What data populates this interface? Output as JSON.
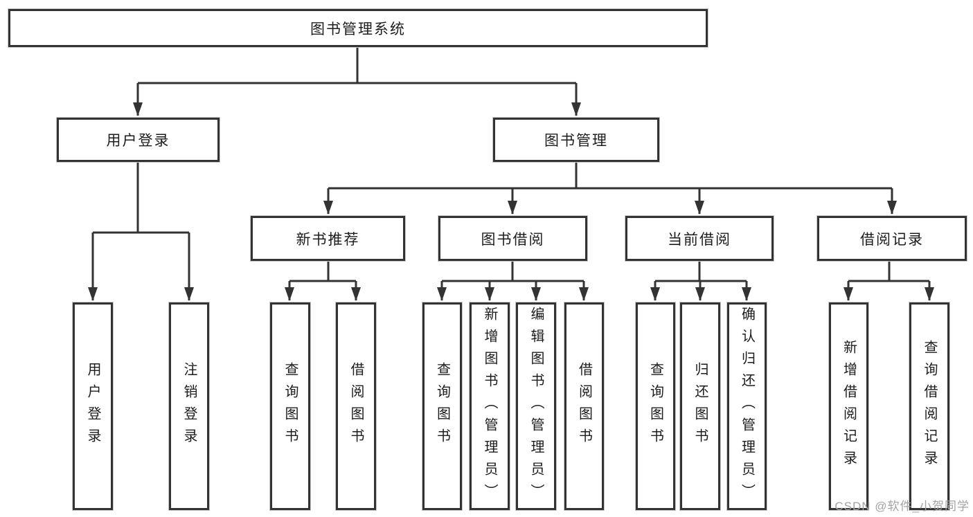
{
  "diagram": {
    "nodes": {
      "root": "图书管理系统",
      "user_login": "用户登录",
      "book_mgmt": "图书管理",
      "new_book": "新书推荐",
      "book_borrow": "图书借阅",
      "current_borrow": "当前借阅",
      "borrow_record": "借阅记录",
      "leaves": {
        "user_login": [
          "用户登录",
          "注销登录"
        ],
        "new_book": [
          "查询图书",
          "借阅图书"
        ],
        "book_borrow": [
          "查询图书",
          "新增图书（管理员）",
          "编辑图书（管理员）",
          "借阅图书"
        ],
        "current_borrow": [
          "查询图书",
          "归还图书",
          "确认归还（管理员）"
        ],
        "borrow_record": [
          "新增借阅记录",
          "查询借阅记录"
        ]
      }
    },
    "colors": {
      "line": "#333333",
      "text": "#1c1c1c",
      "background": "#ffffff",
      "watermark": "#a3a3a3"
    },
    "watermark": "CSDN @软件_小贺同学"
  }
}
